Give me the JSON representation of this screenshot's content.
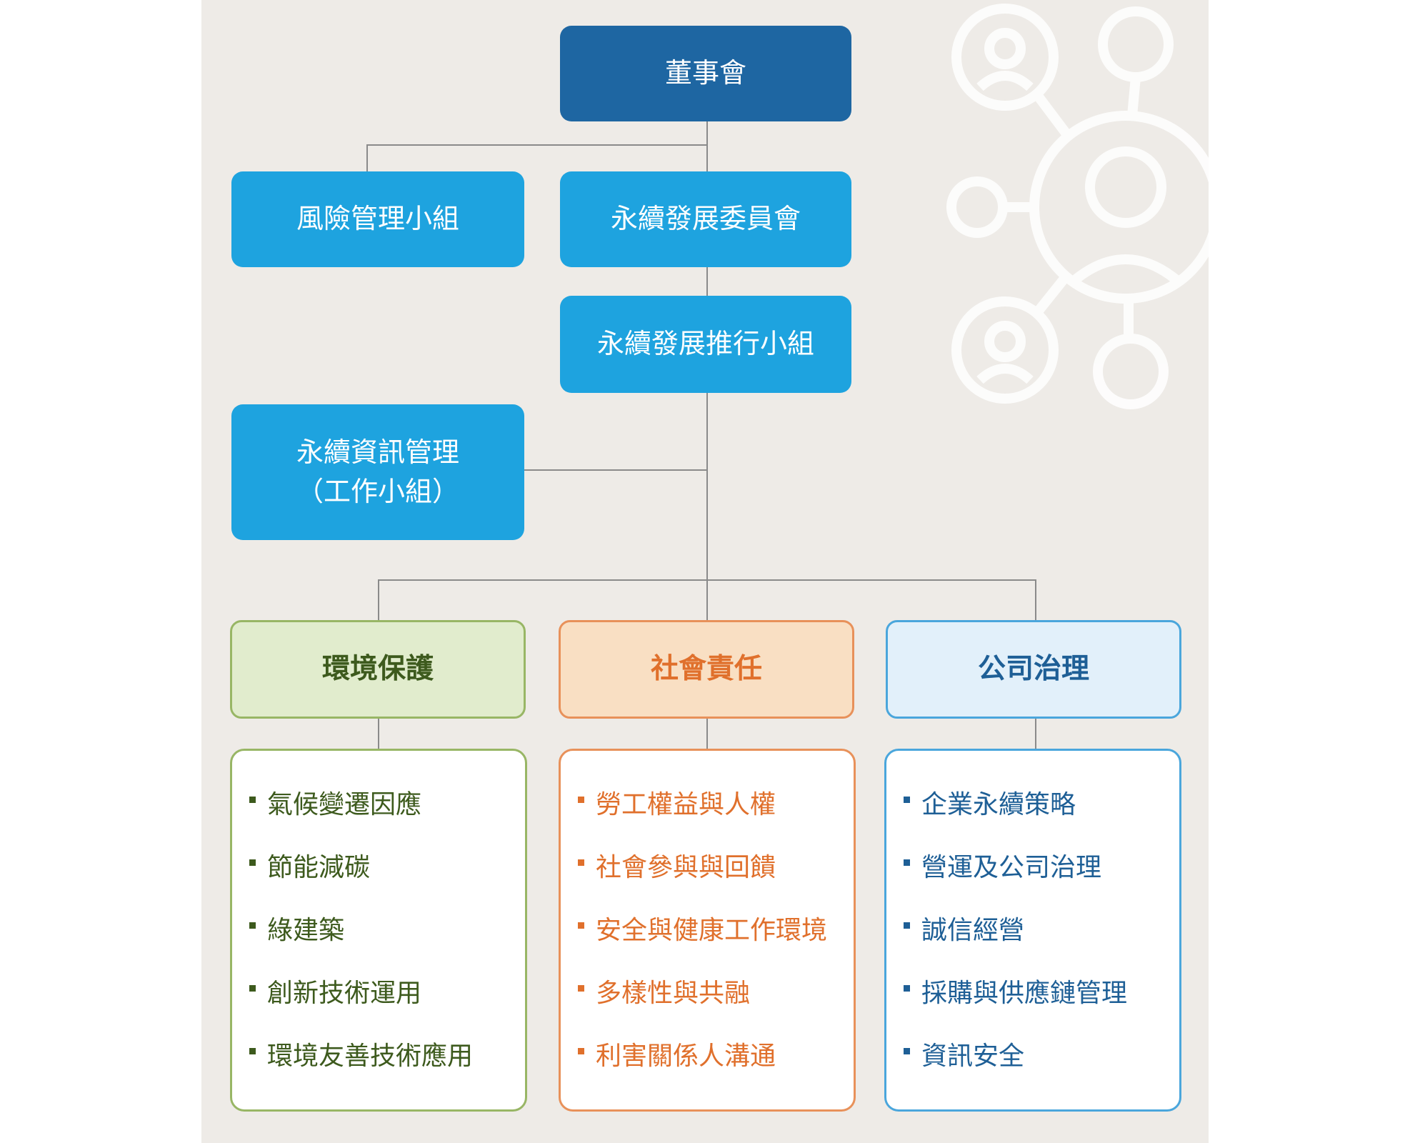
{
  "colors": {
    "board": "#1e66a2",
    "committee": "#1ea3df",
    "environment": "#98b665",
    "social": "#e8915a",
    "governance": "#4aa6dc",
    "connector": "#8a8a8a",
    "background": "#eeebe7"
  },
  "decoration": {
    "icon": "people-network-icon"
  },
  "board": {
    "label": "董事會"
  },
  "risk_group": {
    "label": "風險管理小組"
  },
  "esg_committee": {
    "label": "永續發展委員會"
  },
  "promotion_group": {
    "label": "永續發展推行小組"
  },
  "info_group": {
    "line1": "永續資訊管理",
    "line2": "（工作小組）"
  },
  "categories": [
    {
      "title": "環境保護",
      "items": [
        "氣候變遷因應",
        "節能減碳",
        "綠建築",
        "創新技術運用",
        "環境友善技術應用"
      ]
    },
    {
      "title": "社會責任",
      "items": [
        "勞工權益與人權",
        "社會參與與回饋",
        "安全與健康工作環境",
        "多樣性與共融",
        "利害關係人溝通"
      ]
    },
    {
      "title": "公司治理",
      "items": [
        "企業永續策略",
        "營運及公司治理",
        "誠信經營",
        "採購與供應鏈管理",
        "資訊安全"
      ]
    }
  ]
}
